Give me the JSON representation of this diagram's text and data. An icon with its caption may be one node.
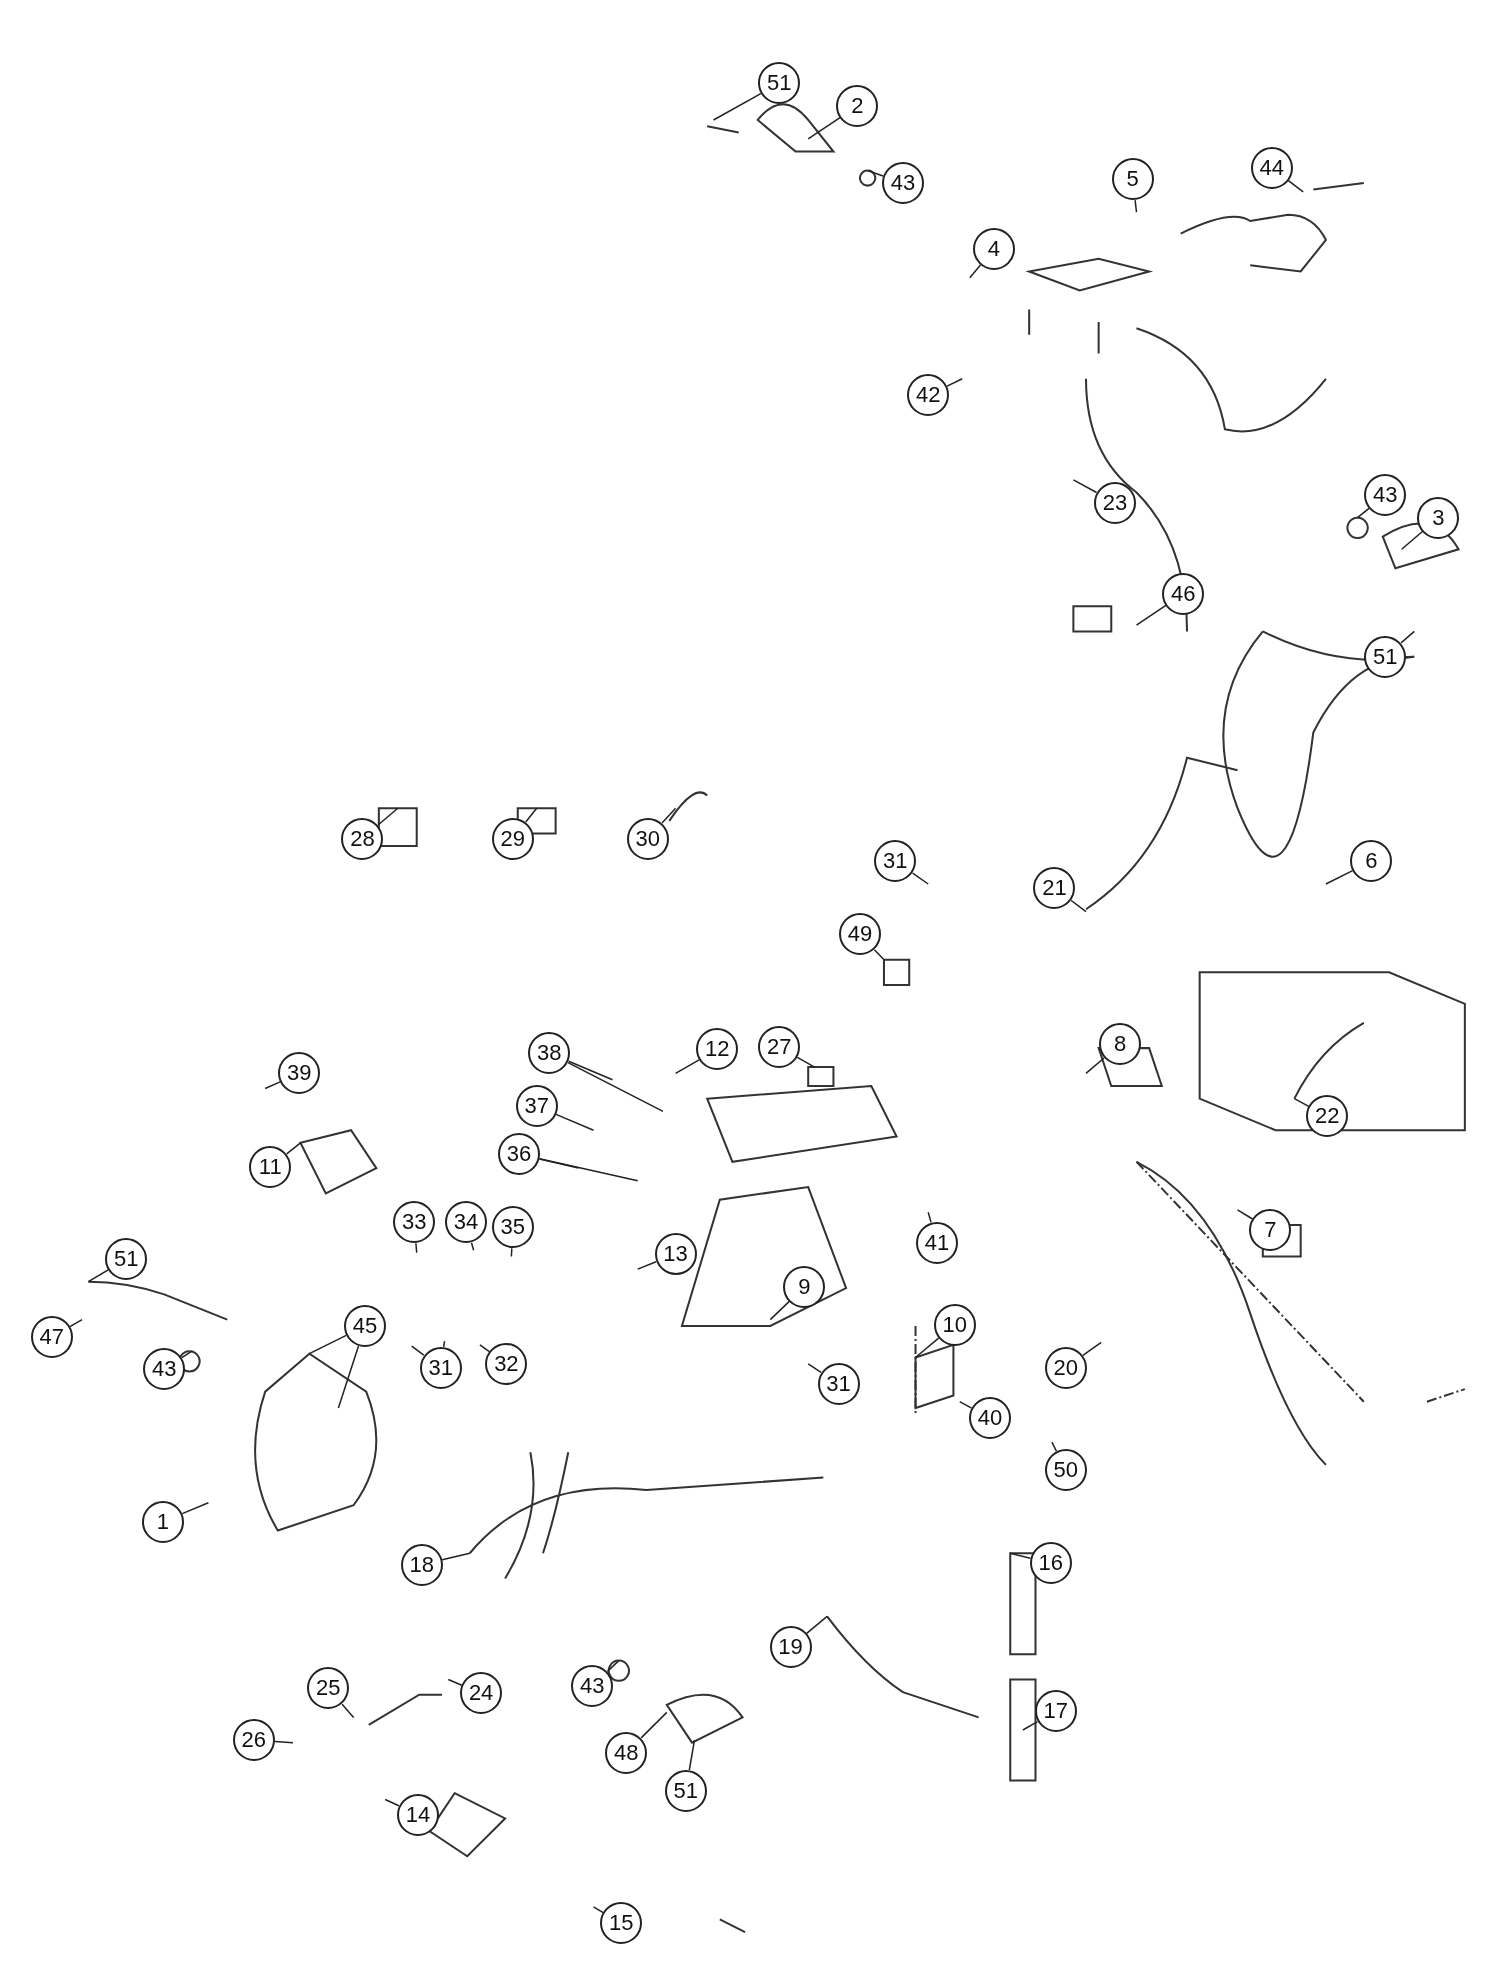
{
  "diagram": {
    "nodes": [
      {
        "text": [
          "51"
        ]
      },
      {
        "text": [
          "2"
        ]
      },
      {
        "text": [
          "43"
        ]
      },
      {
        "text": [
          "5"
        ]
      },
      {
        "text": [
          "44"
        ]
      },
      {
        "text": [
          "4"
        ]
      },
      {
        "text": [
          "42"
        ]
      },
      {
        "text": [
          "23"
        ]
      },
      {
        "text": [
          "43"
        ]
      },
      {
        "text": [
          "3"
        ]
      },
      {
        "text": [
          "46"
        ]
      },
      {
        "text": [
          "51"
        ]
      },
      {
        "text": [
          "28"
        ]
      },
      {
        "text": [
          "29"
        ]
      },
      {
        "text": [
          "30"
        ]
      },
      {
        "text": [
          "31"
        ]
      },
      {
        "text": [
          "21"
        ]
      },
      {
        "text": [
          "6"
        ]
      },
      {
        "text": [
          "49"
        ]
      },
      {
        "text": [
          "27"
        ]
      },
      {
        "text": [
          "38"
        ]
      },
      {
        "text": [
          "12"
        ]
      },
      {
        "text": [
          "8"
        ]
      },
      {
        "text": [
          "39"
        ]
      },
      {
        "text": [
          "37"
        ]
      },
      {
        "text": [
          "22"
        ]
      },
      {
        "text": [
          "11"
        ]
      },
      {
        "text": [
          "36"
        ]
      },
      {
        "text": [
          "7"
        ]
      },
      {
        "text": [
          "41"
        ]
      },
      {
        "text": [
          "33"
        ]
      },
      {
        "text": [
          "34"
        ]
      },
      {
        "text": [
          "35"
        ]
      },
      {
        "text": [
          "51"
        ]
      },
      {
        "text": [
          "13"
        ]
      },
      {
        "text": [
          "9"
        ]
      },
      {
        "text": [
          "45"
        ]
      },
      {
        "text": [
          "10"
        ]
      },
      {
        "text": [
          "47"
        ]
      },
      {
        "text": [
          "31"
        ]
      },
      {
        "text": [
          "32"
        ]
      },
      {
        "text": [
          "43"
        ]
      },
      {
        "text": [
          "20"
        ]
      },
      {
        "text": [
          "31"
        ]
      },
      {
        "text": [
          "40"
        ]
      },
      {
        "text": [
          "50"
        ]
      },
      {
        "text": [
          "1"
        ]
      },
      {
        "text": [
          "18"
        ]
      },
      {
        "text": [
          "16"
        ]
      },
      {
        "text": [
          "19"
        ]
      },
      {
        "text": [
          "43"
        ]
      },
      {
        "text": [
          "25"
        ]
      },
      {
        "text": [
          "24"
        ]
      },
      {
        "text": [
          "17"
        ]
      },
      {
        "text": [
          "26"
        ]
      },
      {
        "text": [
          "48"
        ]
      },
      {
        "text": [
          "51"
        ]
      },
      {
        "text": [
          "14"
        ]
      },
      {
        "text": [
          "15"
        ]
      }
    ],
    "edges": [
      {
        "from": 0,
        "to": null,
        "arrow": "none"
      },
      {
        "from": 1,
        "to": null,
        "arrow": "none"
      },
      {
        "from": 2,
        "to": null,
        "arrow": "none"
      },
      {
        "from": 3,
        "to": null,
        "arrow": "none"
      },
      {
        "from": 4,
        "to": null,
        "arrow": "none"
      },
      {
        "from": 5,
        "to": null,
        "arrow": "none"
      },
      {
        "from": 6,
        "to": null,
        "arrow": "none"
      },
      {
        "from": 7,
        "to": null,
        "arrow": "none"
      },
      {
        "from": 8,
        "to": null,
        "arrow": "none"
      },
      {
        "from": 9,
        "to": null,
        "arrow": "none"
      },
      {
        "from": 10,
        "to": null,
        "arrow": "none"
      },
      {
        "from": 11,
        "to": null,
        "arrow": "none"
      },
      {
        "from": 12,
        "to": null,
        "arrow": "none"
      },
      {
        "from": 13,
        "to": null,
        "arrow": "none"
      },
      {
        "from": 14,
        "to": null,
        "arrow": "none"
      },
      {
        "from": 15,
        "to": null,
        "arrow": "none"
      },
      {
        "from": 16,
        "to": null,
        "arrow": "none"
      },
      {
        "from": 17,
        "to": null,
        "arrow": "none"
      },
      {
        "from": 18,
        "to": null,
        "arrow": "none"
      },
      {
        "from": 19,
        "to": null,
        "arrow": "none"
      },
      {
        "from": 20,
        "to": null,
        "arrow": "none"
      },
      {
        "from": 20,
        "to": null,
        "arrow": "none"
      },
      {
        "from": 21,
        "to": null,
        "arrow": "none"
      },
      {
        "from": 22,
        "to": null,
        "arrow": "none"
      },
      {
        "from": 23,
        "to": null,
        "arrow": "none"
      },
      {
        "from": 24,
        "to": null,
        "arrow": "none"
      },
      {
        "from": 25,
        "to": null,
        "arrow": "none"
      },
      {
        "from": 26,
        "to": null,
        "arrow": "none"
      },
      {
        "from": 27,
        "to": null,
        "arrow": "none"
      },
      {
        "from": 27,
        "to": null,
        "arrow": "none"
      },
      {
        "from": 28,
        "to": null,
        "arrow": "none"
      },
      {
        "from": 29,
        "to": null,
        "arrow": "none"
      },
      {
        "from": 30,
        "to": null,
        "arrow": "none"
      },
      {
        "from": 31,
        "to": null,
        "arrow": "none"
      },
      {
        "from": 32,
        "to": null,
        "arrow": "none"
      },
      {
        "from": 33,
        "to": null,
        "arrow": "none"
      },
      {
        "from": 34,
        "to": null,
        "arrow": "none"
      },
      {
        "from": 35,
        "to": null,
        "arrow": "none"
      },
      {
        "from": 36,
        "to": null,
        "arrow": "none"
      },
      {
        "from": 36,
        "to": null,
        "arrow": "none"
      },
      {
        "from": 37,
        "to": null,
        "arrow": "none"
      },
      {
        "from": 38,
        "to": null,
        "arrow": "none"
      },
      {
        "from": 39,
        "to": null,
        "arrow": "none"
      },
      {
        "from": 39,
        "to": null,
        "arrow": "none"
      },
      {
        "from": 40,
        "to": null,
        "arrow": "none"
      },
      {
        "from": 41,
        "to": null,
        "arrow": "none"
      },
      {
        "from": 42,
        "to": null,
        "arrow": "none"
      },
      {
        "from": 43,
        "to": null,
        "arrow": "none"
      },
      {
        "from": 44,
        "to": null,
        "arrow": "none"
      },
      {
        "from": 45,
        "to": null,
        "arrow": "none"
      },
      {
        "from": 46,
        "to": null,
        "arrow": "none"
      },
      {
        "from": 47,
        "to": null,
        "arrow": "none"
      },
      {
        "from": 48,
        "to": null,
        "arrow": "none"
      },
      {
        "from": 49,
        "to": null,
        "arrow": "none"
      },
      {
        "from": 50,
        "to": null,
        "arrow": "none"
      },
      {
        "from": 51,
        "to": null,
        "arrow": "none"
      },
      {
        "from": 52,
        "to": null,
        "arrow": "none"
      },
      {
        "from": 53,
        "to": null,
        "arrow": "none"
      },
      {
        "from": 54,
        "to": null,
        "arrow": "none"
      },
      {
        "from": 55,
        "to": null,
        "arrow": "none"
      },
      {
        "from": 56,
        "to": null,
        "arrow": "none"
      },
      {
        "from": 57,
        "to": null,
        "arrow": "none"
      },
      {
        "from": 58,
        "to": null,
        "arrow": "none"
      }
    ]
  }
}
